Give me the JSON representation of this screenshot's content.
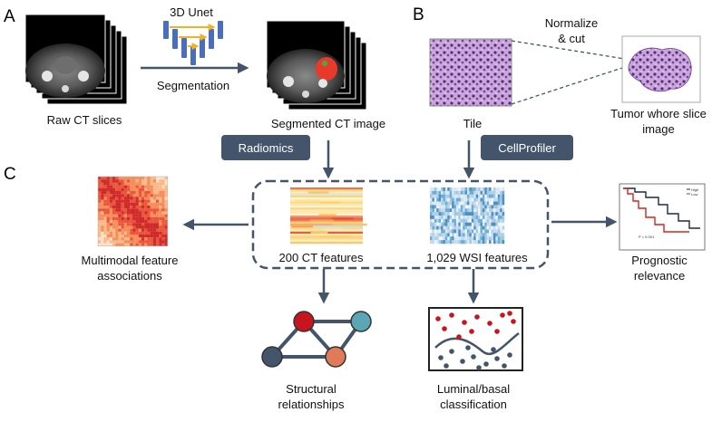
{
  "panels": {
    "a": "A",
    "b": "B",
    "c": "C"
  },
  "unet": {
    "title": "3D Unet",
    "step": "Segmentation"
  },
  "captions": {
    "raw_ct": "Raw CT slices",
    "segmented_ct": "Segmented CT image",
    "tile": "Tile",
    "normalize_line1": "Normalize",
    "normalize_line2": "& cut",
    "wsi_line1": "Tumor whore slice",
    "wsi_line2": "image",
    "ct_features": "200 CT features",
    "wsi_features": "1,029 WSI features",
    "multimodal_line1": "Multimodal feature",
    "multimodal_line2": "associations",
    "prognostic_line1": "Prognostic",
    "prognostic_line2": "relevance",
    "structural_line1": "Structural",
    "structural_line2": "relationships",
    "classification_line1": "Luminal/basal",
    "classification_line2": "classification"
  },
  "tools": {
    "radiomics": "Radiomics",
    "cellprofiler": "CellProfiler"
  },
  "km_plot": {
    "legend_1": "High",
    "legend_2": "Low",
    "pvalue": "P < 0.001"
  },
  "colors": {
    "arrow": "#44546a",
    "tool_badge": "#44546a",
    "unet_block": "#4a6fb8",
    "unet_skip": "#f0b323",
    "mask": "#e8392b",
    "km_high": "#1b2a49",
    "km_low": "#d8241c",
    "node_red": "#c8141c",
    "node_teal": "#5ba6b4",
    "node_navy": "#44546a",
    "node_salmon": "#e07b5a"
  }
}
